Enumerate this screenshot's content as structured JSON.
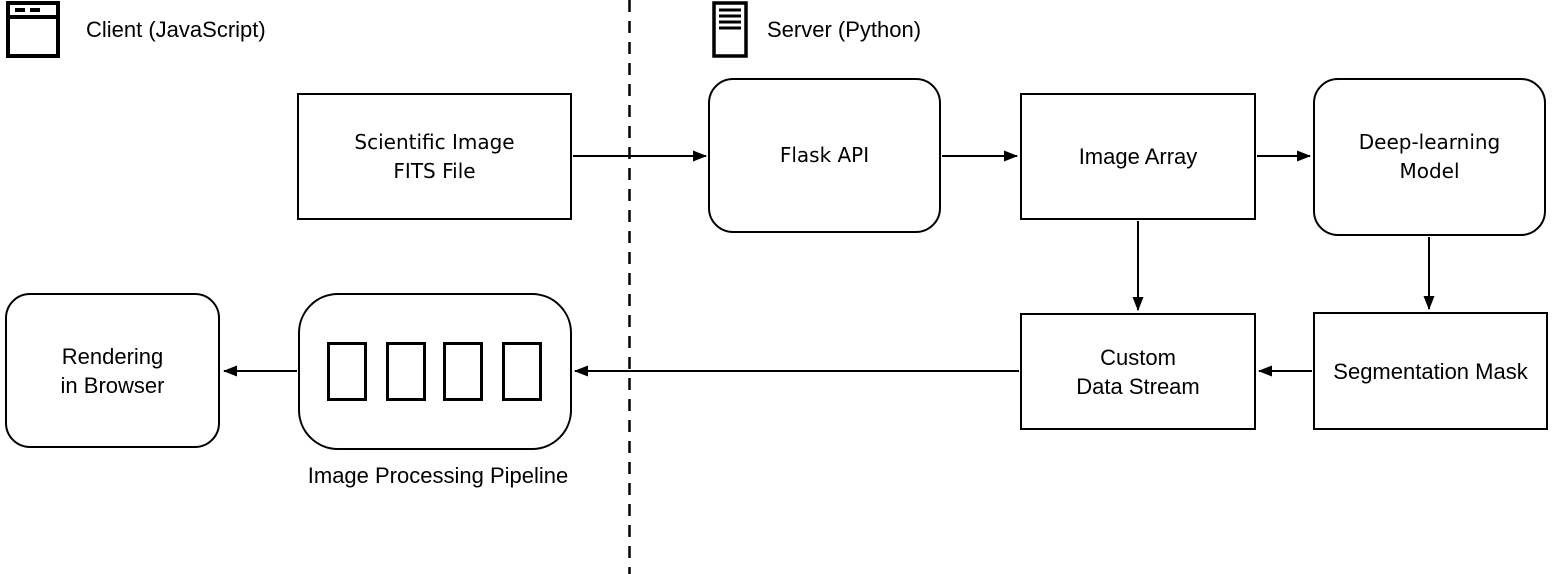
{
  "diagram": {
    "colors": {
      "background": "#ffffff",
      "stroke": "#000000",
      "text": "#000000"
    },
    "lanes": {
      "client": {
        "label": "Client (JavaScript)",
        "icon": "browser-window-icon"
      },
      "server": {
        "label": "Server (Python)",
        "icon": "server-tower-icon"
      }
    },
    "nodes": {
      "fits": {
        "line1": "Scientific Image",
        "line2": "FITS File",
        "shape": "rectangle"
      },
      "flask": {
        "line1": "Flask API",
        "shape": "rounded-rectangle"
      },
      "image_array": {
        "line1": "Image Array",
        "shape": "rectangle"
      },
      "dl_model": {
        "line1": "Deep-learning",
        "line2": "Model",
        "shape": "rounded-rectangle"
      },
      "custom_stream": {
        "line1": "Custom",
        "line2": "Data Stream",
        "shape": "rectangle"
      },
      "seg_mask": {
        "line1": "Segmentation Mask",
        "shape": "rectangle"
      },
      "rendering": {
        "line1": "Rendering",
        "line2": "in Browser",
        "shape": "rounded-rectangle"
      },
      "pipeline": {
        "caption": "Image Processing Pipeline",
        "shape": "rounded-container",
        "stage_count": 4
      }
    },
    "edges": [
      {
        "from": "fits",
        "to": "flask"
      },
      {
        "from": "flask",
        "to": "image_array"
      },
      {
        "from": "image_array",
        "to": "dl_model"
      },
      {
        "from": "image_array",
        "to": "custom_stream"
      },
      {
        "from": "dl_model",
        "to": "seg_mask"
      },
      {
        "from": "seg_mask",
        "to": "custom_stream"
      },
      {
        "from": "custom_stream",
        "to": "pipeline"
      },
      {
        "from": "pipeline",
        "to": "rendering"
      },
      {
        "from": "pipeline-stage-4",
        "to": "pipeline-stage-3"
      },
      {
        "from": "pipeline-stage-3",
        "to": "pipeline-stage-2"
      },
      {
        "from": "pipeline-stage-2",
        "to": "pipeline-stage-1"
      }
    ]
  }
}
